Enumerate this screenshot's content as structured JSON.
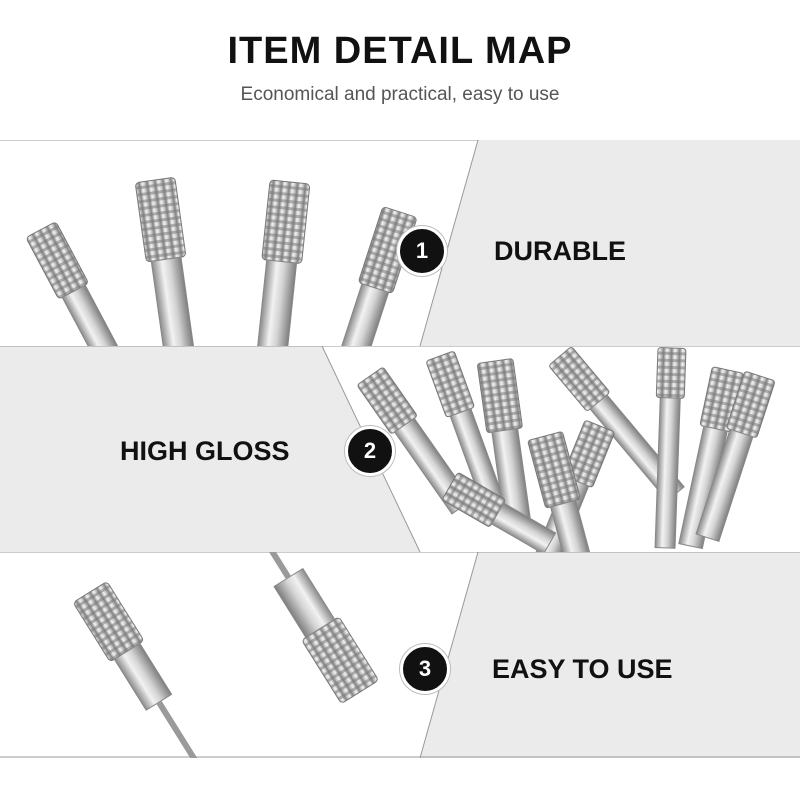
{
  "header": {
    "title": "ITEM DETAIL MAP",
    "subtitle": "Economical and practical, easy to use"
  },
  "features": [
    {
      "number": "1",
      "label": "DURABLE"
    },
    {
      "number": "2",
      "label": "HIGH GLOSS"
    },
    {
      "number": "3",
      "label": "EASY TO USE"
    }
  ],
  "colors": {
    "panel_gray": "#ebebeb",
    "badge": "#111111",
    "metal_light": "#e6e6e6",
    "metal_dark": "#8a8a8a"
  }
}
